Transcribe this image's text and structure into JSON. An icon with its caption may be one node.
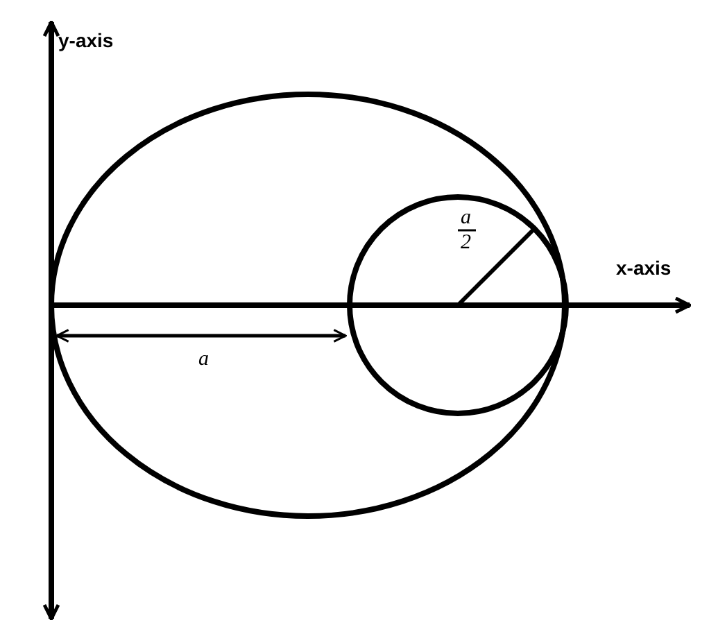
{
  "diagram": {
    "labels": [
      "y-axis",
      "x-axis",
      "a",
      "a",
      "2"
    ]
  }
}
